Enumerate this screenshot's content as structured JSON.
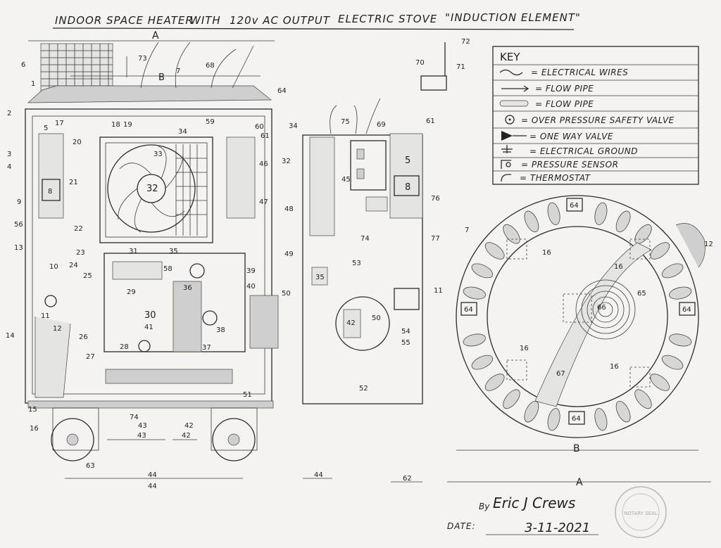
{
  "title": {
    "part1": "INDOOR SPACE HEATER",
    "part2": "WITH",
    "part3": "120v AC OUTPUT",
    "part4": "ELECTRIC STOVE",
    "part5": "\"INDUCTION ELEMENT\""
  },
  "key": {
    "heading": "KEY",
    "rows": [
      {
        "icon": "wire-icon",
        "text": "= ELECTRICAL WIRES"
      },
      {
        "icon": "arrow-right-icon",
        "text": "= FLOW PIPE"
      },
      {
        "icon": "pipe-icon",
        "text": "= FLOW PIPE"
      },
      {
        "icon": "valve-circle-icon",
        "text": "= OVER PRESSURE SAFETY VALVE"
      },
      {
        "icon": "one-way-valve-icon",
        "text": "= ONE WAY VALVE"
      },
      {
        "icon": "ground-icon",
        "text": "= ELECTRICAL GROUND"
      },
      {
        "icon": "pressure-sensor-icon",
        "text": "= PRESSURE SENSOR"
      },
      {
        "icon": "thermostat-icon",
        "text": "= THERMOSTAT"
      }
    ]
  },
  "dimensions": {
    "A": "A",
    "B": "B",
    "d44a": "44",
    "d44b": "44",
    "d43": "43",
    "d42": "42",
    "d62": "62",
    "ringB": "B",
    "ringA": "A"
  },
  "labels_front": [
    "1",
    "2",
    "3",
    "4",
    "5",
    "6",
    "7",
    "8",
    "9",
    "10",
    "11",
    "12",
    "13",
    "14",
    "15",
    "16",
    "17",
    "18",
    "19",
    "20",
    "21",
    "22",
    "23",
    "24",
    "25",
    "26",
    "27",
    "28",
    "29",
    "30",
    "31",
    "32",
    "33",
    "34",
    "35",
    "36",
    "37",
    "38",
    "39",
    "40",
    "41",
    "42",
    "43",
    "44",
    "46",
    "47",
    "48",
    "49",
    "50",
    "51",
    "56",
    "58",
    "59",
    "60",
    "61",
    "63",
    "64",
    "68",
    "73",
    "74"
  ],
  "labels_side": [
    "5",
    "8",
    "11",
    "32",
    "34",
    "35",
    "42",
    "45",
    "50",
    "52",
    "53",
    "54",
    "55",
    "61",
    "69",
    "74",
    "75",
    "76",
    "77"
  ],
  "labels_ring": [
    "7",
    "12",
    "16",
    "16",
    "16",
    "16",
    "64",
    "64",
    "64",
    "64",
    "65",
    "66",
    "67"
  ],
  "labels_top_right": [
    "70",
    "71",
    "72"
  ],
  "signature": {
    "by": "By",
    "name": "Eric J Crews",
    "date_label": "DATE:",
    "date": "3-11-2021"
  },
  "stamp": {
    "text": "NOTARY SEAL"
  }
}
